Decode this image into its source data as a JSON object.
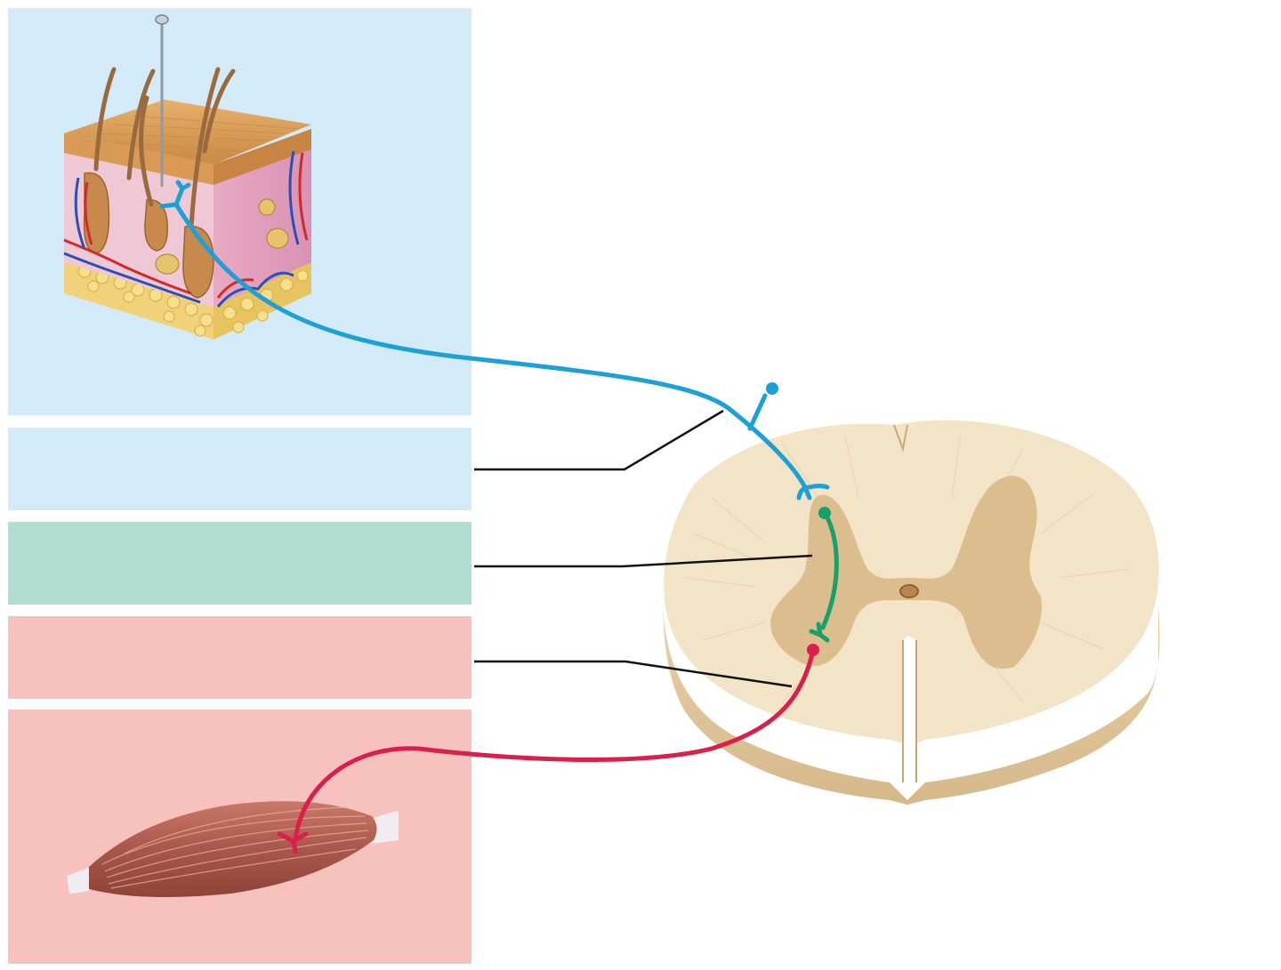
{
  "colors": {
    "panel_blue": "#d3ebf8",
    "panel_green": "#b2ddd0",
    "panel_pink": "#f7c1bd",
    "sensory_neuron": "#1ba0d8",
    "interneuron": "#16a06a",
    "motor_neuron": "#d8204a",
    "leader_line": "#111111",
    "spinal_white_matter": "#f3e6cc",
    "spinal_gray_matter": "#dcbc8c",
    "skin_epidermis": "#d9a25f",
    "skin_dermis": "#ecc6cf",
    "muscle": "#b76858"
  },
  "panels": [
    {
      "id": "sensory-receptor",
      "color": "panel_blue",
      "label": ""
    },
    {
      "id": "sensory-neuron",
      "color": "panel_blue",
      "label": ""
    },
    {
      "id": "interneuron",
      "color": "panel_green",
      "label": ""
    },
    {
      "id": "motor-neuron",
      "color": "panel_pink",
      "label": ""
    },
    {
      "id": "effector",
      "color": "panel_pink",
      "label": ""
    }
  ],
  "illustrations": {
    "skin": "skin-cross-section-with-pin",
    "spinal_cord": "spinal-cord-cross-section",
    "muscle": "skeletal-muscle"
  }
}
